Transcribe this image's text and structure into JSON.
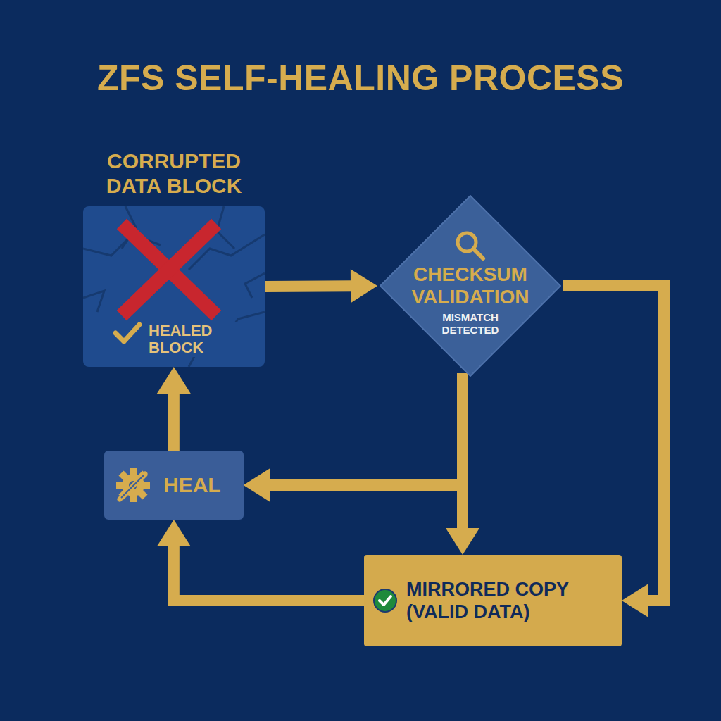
{
  "diagram": {
    "title": "ZFS SELF-HEALING PROCESS",
    "nodes": [
      {
        "text": [
          "CORRUPTED DATA BLOCK",
          "HEALED BLOCK"
        ]
      },
      {
        "text": [
          "CHECKSUM VALIDATION",
          "MISMATCH DETECTED"
        ]
      },
      {
        "text": [
          "HEAL"
        ]
      },
      {
        "text": [
          "MIRRORED COPY (VALID DATA)"
        ]
      }
    ],
    "edges": [
      {
        "from": 0,
        "to": 1,
        "arrow": "to"
      },
      {
        "from": 1,
        "to": 3,
        "arrow": "to"
      },
      {
        "from": 1,
        "to": 3,
        "arrow": "to"
      },
      {
        "from": 1,
        "to": 2,
        "arrow": "to"
      },
      {
        "from": 3,
        "to": 2,
        "arrow": "to"
      },
      {
        "from": 2,
        "to": 0,
        "arrow": "to"
      }
    ]
  }
}
